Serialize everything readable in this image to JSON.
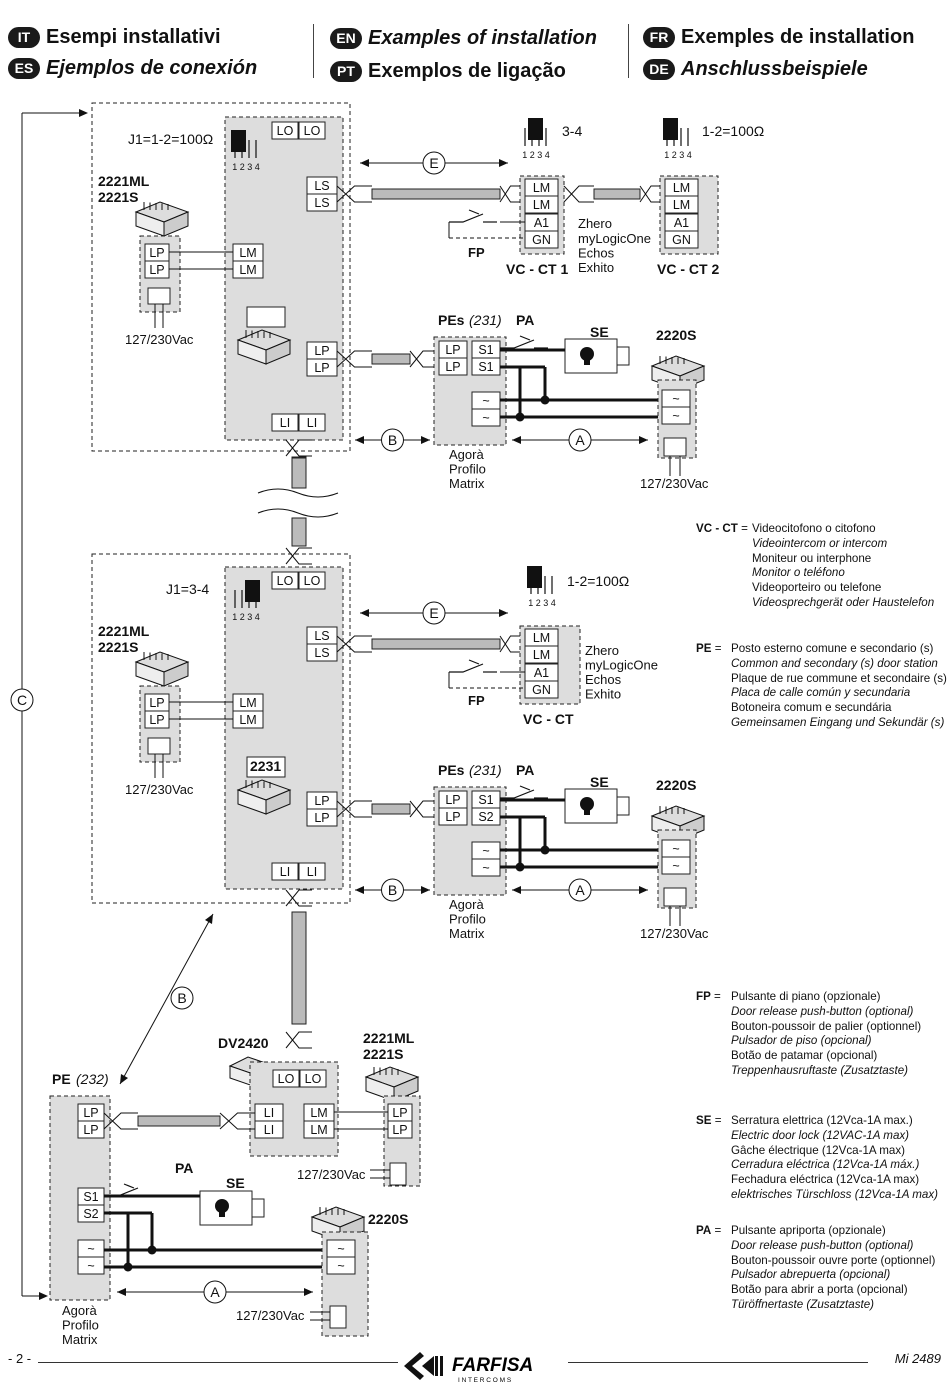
{
  "header": {
    "it": {
      "code": "IT",
      "title": "Esempi installativi"
    },
    "es": {
      "code": "ES",
      "title": "Ejemplos de conexión"
    },
    "en": {
      "code": "EN",
      "title": "Examples of installation"
    },
    "pt": {
      "code": "PT",
      "title": "Exemplos de ligação"
    },
    "fr": {
      "code": "FR",
      "title": "Exemples de installation"
    },
    "de": {
      "code": "DE",
      "title": "Anschlussbeispiele"
    }
  },
  "diagram": {
    "jumper_top": "J1=1-2=100Ω",
    "jumper_mid": "J1=3-4",
    "jumper_vc1": "3-4",
    "jumper_vc2": "1-2=100Ω",
    "jumper_vc": "1-2=100Ω",
    "jumper_pins": "1 2 3 4",
    "model_2221ml": "2221ML",
    "model_2221s": "2221S",
    "model_2231": "2231",
    "model_2220s": "2220S",
    "model_dv2420": "DV2420",
    "supply": "127/230Vac",
    "t_lo": "LO",
    "t_ls": "LS",
    "t_lp": "LP",
    "t_lm": "LM",
    "t_li": "LI",
    "t_a1": "A1",
    "t_gn": "GN",
    "t_s1": "S1",
    "t_s2": "S2",
    "t_ac": "~",
    "pes_label": "PEs",
    "pes_num": "(231)",
    "pe_label": "PE",
    "pe_num": "(232)",
    "pa": "PA",
    "se": "SE",
    "fp": "FP",
    "vc_ct1": "VC - CT 1",
    "vc_ct2": "VC - CT 2",
    "vc_ct": "VC - CT",
    "monitors": [
      "Zhero",
      "myLogicOne",
      "Echos",
      "Exhito"
    ],
    "panels": [
      "Agorà",
      "Profilo",
      "Matrix"
    ],
    "dist_a": "A",
    "dist_b": "B",
    "dist_c": "C",
    "dist_e": "E"
  },
  "legend": [
    {
      "key": "VC - CT",
      "lines": [
        "Videocitofono o citofono",
        "Videointercom or intercom",
        "Moniteur ou interphone",
        "Monitor o teléfono",
        "Videoporteiro ou telefone",
        "Videosprechgerät oder Haustelefon"
      ]
    },
    {
      "key": "PE",
      "lines": [
        "Posto esterno comune e secondario (s)",
        "Common and secondary (s) door station",
        "Plaque de rue commune et secondaire (s)",
        "Placa de calle común y secundaria",
        "Botoneira comum e secundária",
        "Gemeinsamen Eingang und Sekundär (s)"
      ]
    },
    {
      "key": "FP",
      "lines": [
        "Pulsante di piano (opzionale)",
        "Door release push-button (optional)",
        "Bouton-poussoir de palier (optionnel)",
        "Pulsador de piso (opcional)",
        "Botão de patamar (opcional)",
        "Treppenhausruftaste (Zusatztaste)"
      ]
    },
    {
      "key": "SE",
      "lines": [
        "Serratura elettrica (12Vca-1A max.)",
        "Electric door lock (12VAC-1A max)",
        "Gâche électrique (12Vca-1A max)",
        "Cerradura eléctrica (12Vca-1A máx.)",
        "Fechadura eléctrica (12Vca-1A max)",
        "elektrisches Türschloss (12Vca-1A max)"
      ]
    },
    {
      "key": "PA",
      "lines": [
        "Pulsante apriporta (opzionale)",
        "Door release push-button (optional)",
        "Bouton-poussoir ouvre porte (optionnel)",
        "Pulsador abrepuerta (opcional)",
        "Botão para abrir a porta (opcional)",
        "Türöffnertaste (Zusatztaste)"
      ]
    }
  ],
  "footer": {
    "page": "- 2 -",
    "doc": "Mi 2489",
    "brand": "FARFISA",
    "brand_sub": "I N T E R C O M S"
  }
}
